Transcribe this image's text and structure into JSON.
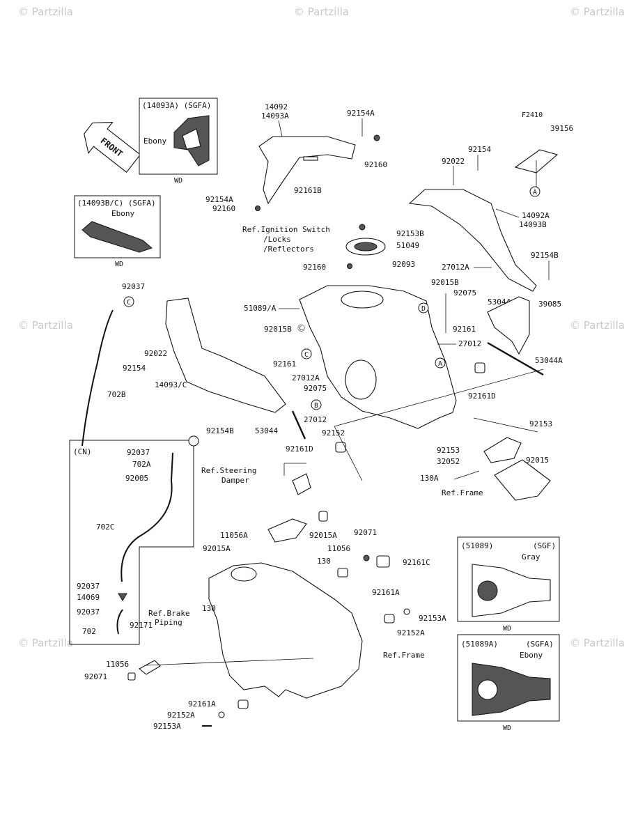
{
  "watermarks": [
    "© Partzilla",
    "© Partzilla",
    "© Partzilla",
    "© Partzilla",
    "© Partzilla",
    "© Partzilla",
    "© Partzilla",
    "© Partzilla.com"
  ],
  "front_arrow": "FRONT",
  "insets": {
    "sgfa_14093a": {
      "header": "(14093A) (SGFA)",
      "color": "Ebony",
      "code": "WD"
    },
    "sgfa_14093bc": {
      "header": "(14093B/C) (SGFA)",
      "color": "Ebony",
      "code": "WD"
    },
    "cn": {
      "header": "(CN)"
    },
    "sgf_51089": {
      "header_left": "(51089)",
      "header_right": "(SGF)",
      "color": "Gray",
      "code": "WD"
    },
    "sgfa_51089a": {
      "header_left": "(51089A)",
      "header_right": "(SGFA)",
      "color": "Ebony",
      "code": "WD"
    }
  },
  "callouts": [
    "A",
    "B",
    "C",
    "D"
  ],
  "labels": {
    "l14092": "14092",
    "l14093A": "14093A",
    "l92154A_top": "92154A",
    "l92160_top": "92160",
    "lF2410": "F2410",
    "l39156": "39156",
    "l92154": "92154",
    "l92022": "92022",
    "l92161B": "92161B",
    "l92154A": "92154A",
    "l92160": "92160",
    "refIgn1": "Ref.Ignition Switch",
    "refIgn2": "/Locks",
    "refIgn3": "/Reflectors",
    "l92153B": "92153B",
    "l51049": "51049",
    "l92160b": "92160",
    "l92093": "92093",
    "l14092A": "14092A",
    "l14093B": "14093B",
    "l92154B_r": "92154B",
    "l27012A_r": "27012A",
    "l92015B_r": "92015B",
    "l92075_r": "92075",
    "l53044": "53044",
    "l39085": "39085",
    "l51089A": "51089/A",
    "l92015B": "92015B",
    "l92161": "92161",
    "l27012": "27012",
    "l53044A": "53044A",
    "l92037": "92037",
    "l92022_l": "92022",
    "l92154_l": "92154",
    "l14093C": "14093/C",
    "l27012A": "27012A",
    "l92075": "92075",
    "l92161_c": "92161",
    "l702B": "702B",
    "l92154B": "92154B",
    "l53044_b": "53044",
    "l27012_b": "27012",
    "l92152": "92152",
    "l92161D_r": "92161D",
    "l92161D": "92161D",
    "l92153": "92153",
    "l92153b": "92153",
    "l32052": "32052",
    "l92015": "92015",
    "l130A": "130A",
    "refFrame": "Ref.Frame",
    "cn92037": "92037",
    "cn702A": "702A",
    "cn92005": "92005",
    "cn702C": "702C",
    "cn92037b": "92037",
    "cn14069": "14069",
    "cn92037c": "92037",
    "cn702": "702",
    "refSteer1": "Ref.Steering",
    "refSteer2": "Damper",
    "l11056A": "11056A",
    "l92015A": "92015A",
    "l92015A_c": "92015A",
    "l92071": "92071",
    "l11056": "11056",
    "l130": "130",
    "l92161C": "92161C",
    "l92161A_r": "92161A",
    "l92153A_r": "92153A",
    "l92152A_r": "92152A",
    "refFrame2": "Ref.Frame",
    "refBrake1": "Ref.Brake",
    "refBrake2": "Piping",
    "l130_b": "130",
    "l92171": "92171",
    "l11056_b": "11056",
    "l92071_b": "92071",
    "l92161A": "92161A",
    "l92152A": "92152A",
    "l92153A": "92153A"
  }
}
